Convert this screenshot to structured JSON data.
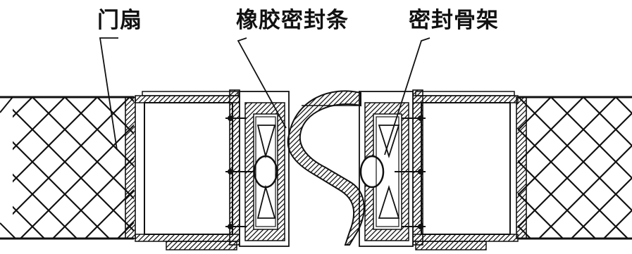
{
  "labels": {
    "door_leaf": "门扇",
    "rubber_seal_strip": "橡胶密封条",
    "seal_frame": "密封骨架"
  },
  "colors": {
    "ink": "#111111",
    "background": "#ffffff"
  }
}
